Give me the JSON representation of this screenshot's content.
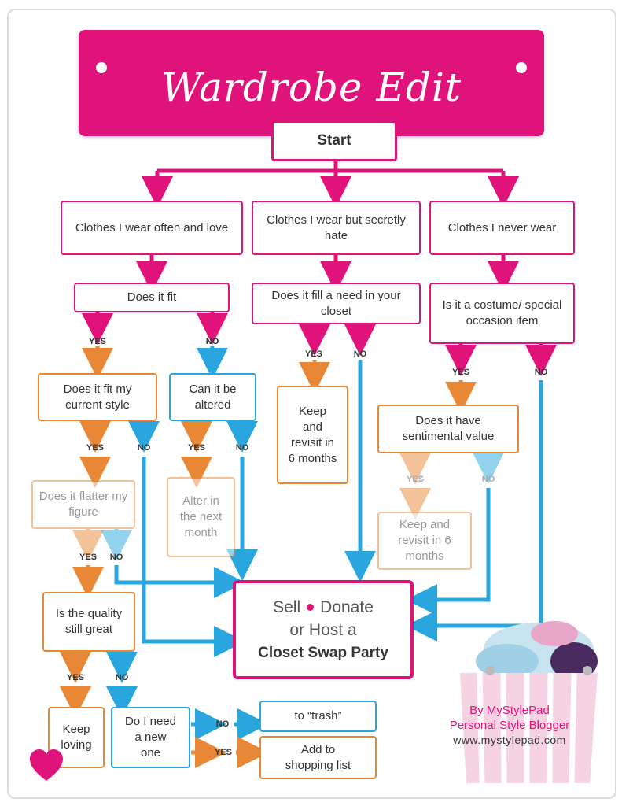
{
  "title": "Wardrobe Edit",
  "start": "Start",
  "categories": {
    "often": "Clothes I wear often and love",
    "hate": "Clothes I wear but secretly hate",
    "never": "Clothes I never wear"
  },
  "questions": {
    "fit": "Does it fit",
    "need": "Does it fill a need in your closet",
    "costume": "Is it a costume/ special occasion item",
    "style": "Does it fit my current style",
    "altered": "Can it be altered",
    "keep_revisit": "Keep and revisit in 6 months",
    "sentimental": "Does it have sentimental value",
    "flatter": "Does it flatter my figure",
    "alter_month": "Alter in the next month",
    "keep_revisit2": "Keep and revisit in 6 months",
    "quality": "Is the quality still great",
    "keep_loving": "Keep loving",
    "new_one": "Do I need a new one",
    "trash": "to “trash”",
    "shopping": "Add to shopping list"
  },
  "final": {
    "sell": "Sell",
    "donate": "Donate",
    "host": "or Host a",
    "party": "Closet Swap Party"
  },
  "labels": {
    "yes": "YES",
    "no": "NO"
  },
  "credit": {
    "by": "By MyStylePad",
    "role": "Personal Style Blogger",
    "url": "www.mystylepad.com"
  },
  "colors": {
    "pink": "#e0137a",
    "orange": "#e88735",
    "blue": "#29a6dd"
  }
}
